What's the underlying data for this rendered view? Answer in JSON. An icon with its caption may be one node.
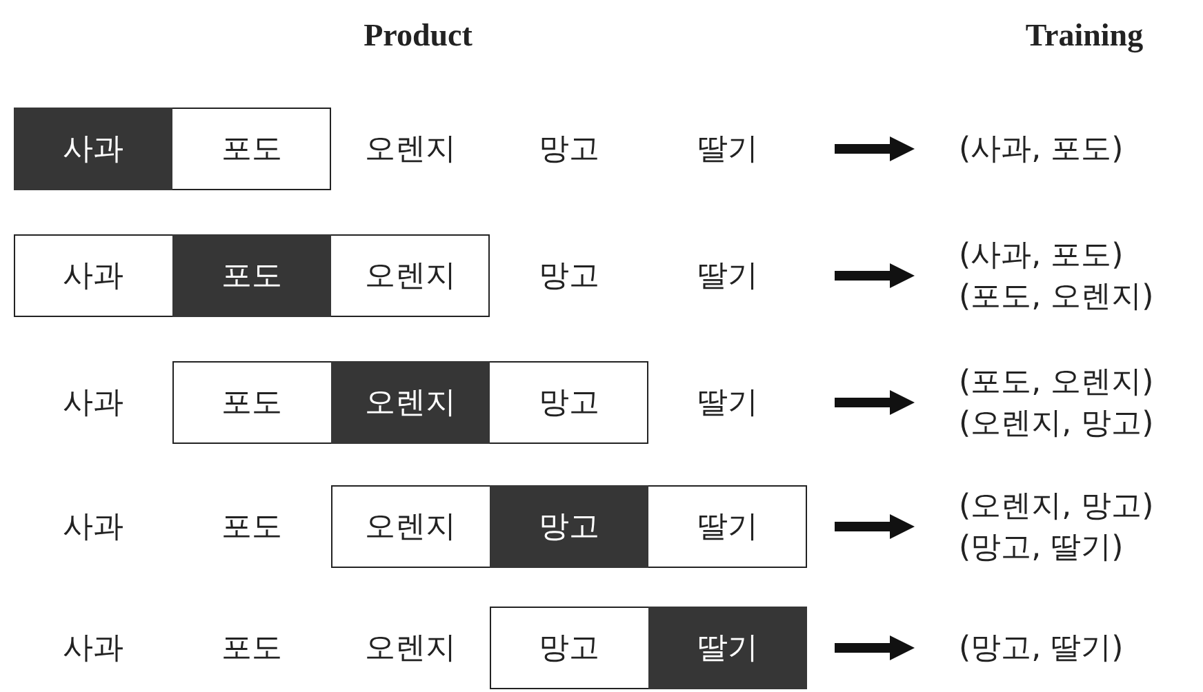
{
  "diagram": {
    "nodes": [
      {
        "text": [
          "포도"
        ]
      },
      {
        "text": [
          "사과"
        ],
        "in": 0
      },
      {
        "text": [
          "(사과, 포도)"
        ]
      },
      {
        "text": [
          "사과",
          "오렌지"
        ]
      },
      {
        "text": [
          "포도"
        ],
        "in": 3
      },
      {
        "text": [
          "(사과, 포도)",
          "(포도, 오렌지)"
        ]
      },
      {
        "text": [
          "포도",
          "망고"
        ]
      },
      {
        "text": [
          "오렌지"
        ],
        "in": 6
      },
      {
        "text": [
          "(포도, 오렌지)",
          "(오렌지, 망고)"
        ]
      },
      {
        "text": [
          "오렌지",
          "딸기"
        ]
      },
      {
        "text": [
          "망고"
        ],
        "in": 9
      },
      {
        "text": [
          "(오렌지, 망고)",
          "(망고, 딸기)"
        ]
      },
      {
        "text": [
          "망고"
        ]
      },
      {
        "text": [
          "딸기"
        ],
        "in": 12
      },
      {
        "text": [
          "(망고, 딸기)"
        ]
      }
    ],
    "edges": [
      {
        "from": null,
        "to": 2,
        "arrow": "to"
      },
      {
        "from": null,
        "to": 5,
        "arrow": "to"
      },
      {
        "from": null,
        "to": 8,
        "arrow": "to"
      },
      {
        "from": null,
        "to": 11,
        "arrow": "to"
      },
      {
        "from": null,
        "to": 14,
        "arrow": "to"
      }
    ],
    "labels": [
      "Product",
      "Training",
      "오렌지",
      "망고",
      "딸기",
      "망고",
      "딸기",
      "사과",
      "딸기",
      "사과",
      "포도",
      "사과",
      "포도",
      "오렌지"
    ]
  }
}
